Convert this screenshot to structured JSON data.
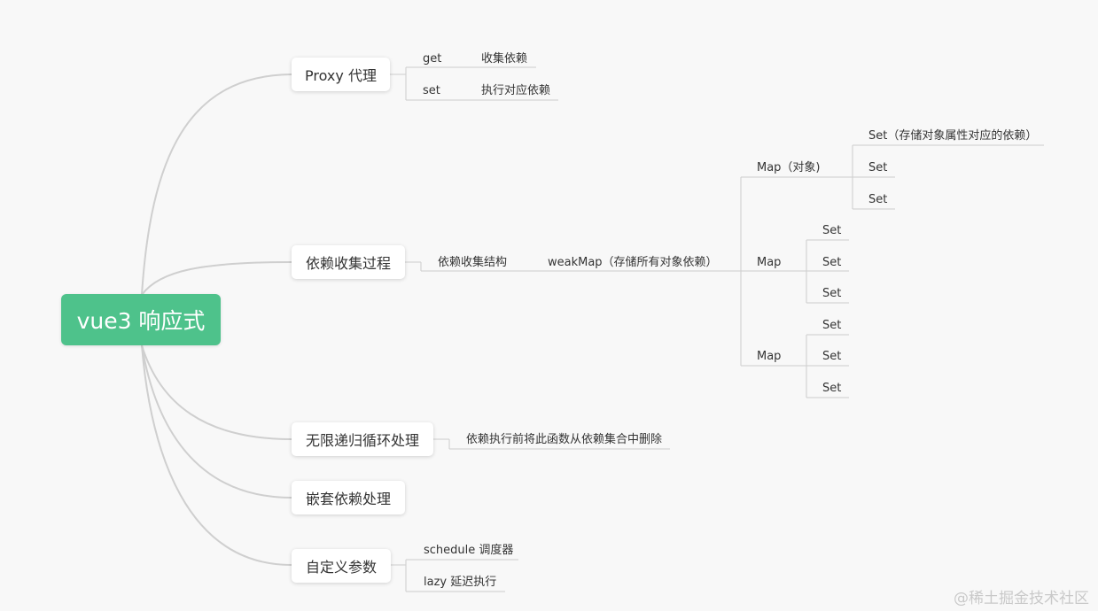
{
  "root": {
    "label": "vue3 响应式"
  },
  "proxy": {
    "label": "Proxy 代理",
    "get": {
      "label": "get",
      "desc": "收集依赖"
    },
    "set": {
      "label": "set",
      "desc": "执行对应依赖"
    }
  },
  "dep": {
    "label": "依赖收集过程",
    "structure": "依赖收集结构",
    "weakmap": "weakMap（存储所有对象依赖）",
    "maps": [
      {
        "label": "Map（对象)",
        "sets": [
          "Set（存储对象属性对应的依赖）",
          "Set",
          "Set"
        ]
      },
      {
        "label": "Map",
        "sets": [
          "Set",
          "Set",
          "Set"
        ]
      },
      {
        "label": "Map",
        "sets": [
          "Set",
          "Set",
          "Set"
        ]
      }
    ]
  },
  "loop": {
    "label": "无限递归循环处理",
    "desc": "依赖执行前将此函数从依赖集合中删除"
  },
  "nested": {
    "label": "嵌套依赖处理"
  },
  "options": {
    "label": "自定义参数",
    "items": [
      "schedule 调度器",
      "lazy 延迟执行"
    ]
  },
  "watermark": "@稀土掘金技术社区",
  "colors": {
    "root": "#4ec28b",
    "line": "#cfcfcf",
    "background": "#f8f8f8"
  }
}
